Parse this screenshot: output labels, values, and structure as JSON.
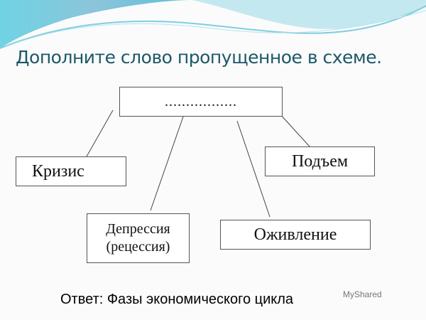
{
  "slide": {
    "title": "Дополните слово пропущенное в схеме.",
    "diagram": {
      "root": ".................",
      "nodes": {
        "crisis": "Кризис",
        "depression_line1": "Депрессия",
        "depression_line2": "(рецессия)",
        "revival": "Оживление",
        "boom": "Подъем"
      }
    },
    "answer": "Ответ: Фазы экономического цикла",
    "watermark": "MyShared"
  },
  "colors": {
    "title": "#1d5868",
    "wave": "#5ec3d8"
  }
}
